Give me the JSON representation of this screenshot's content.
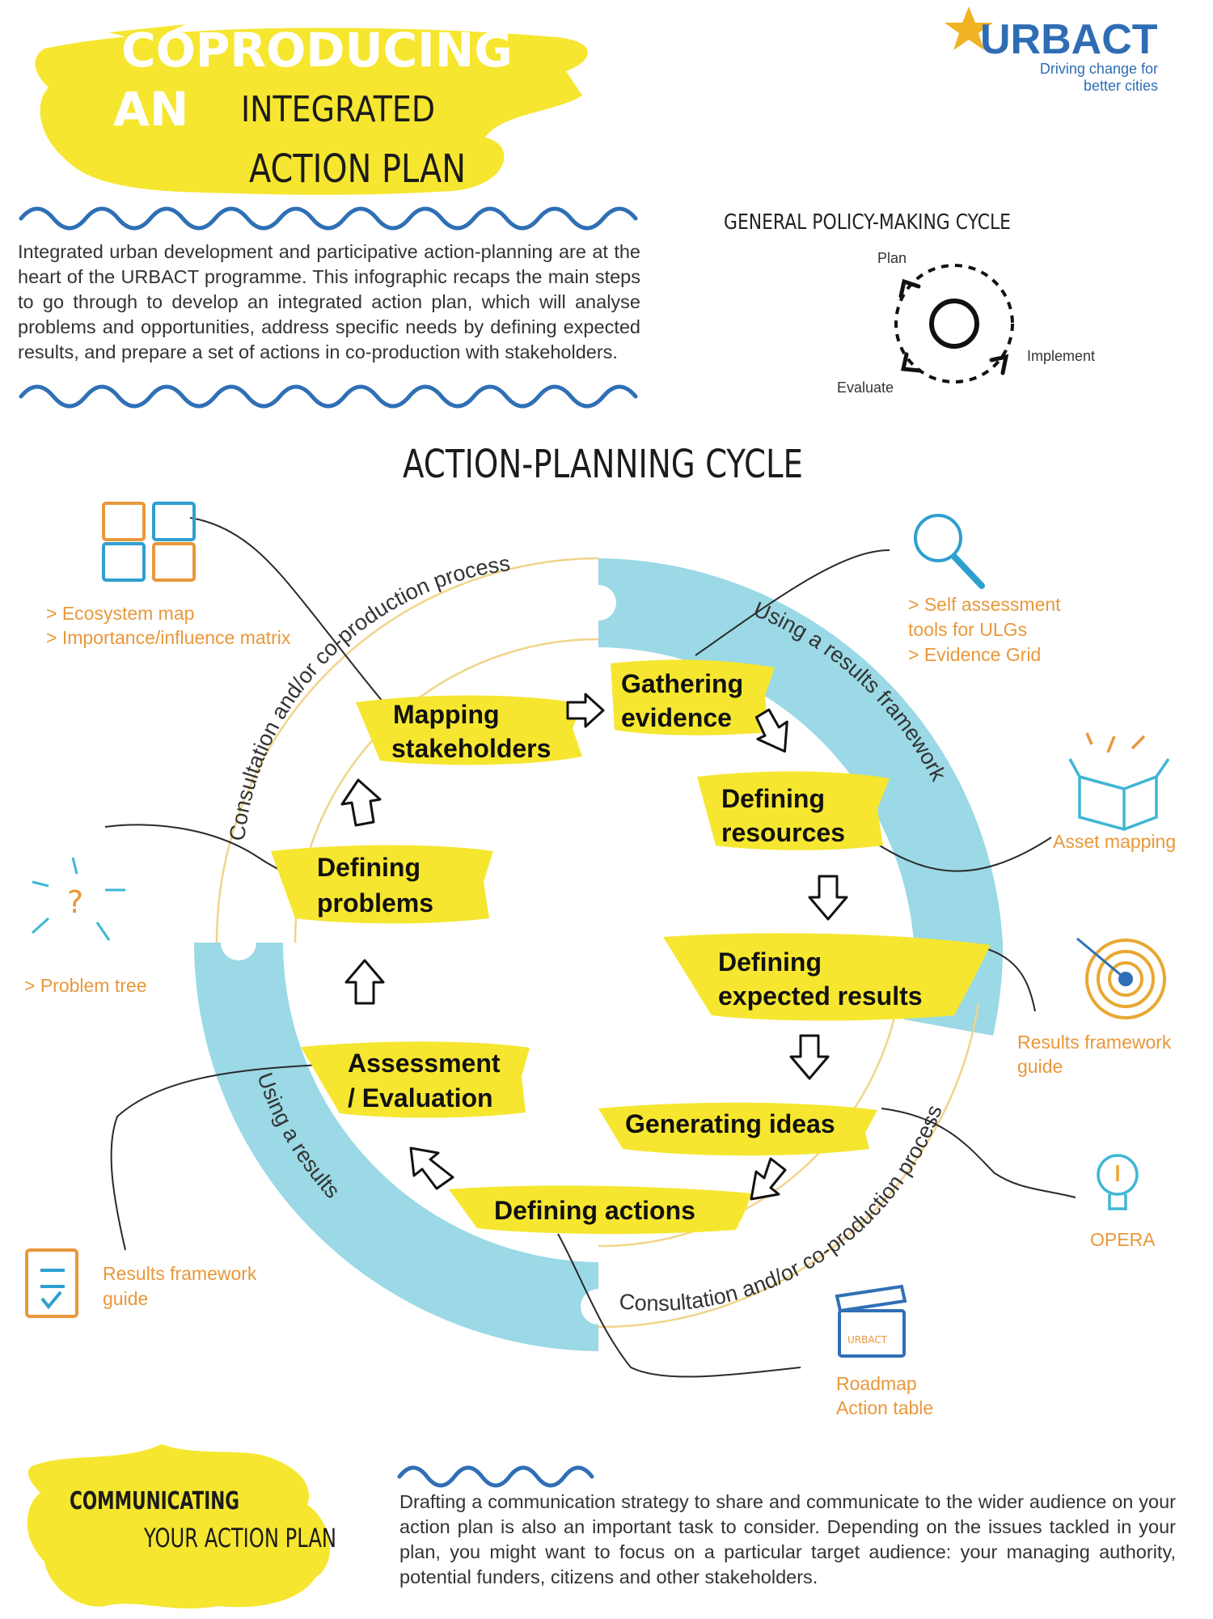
{
  "header": {
    "title_line1": "COPRODUCING",
    "title_an": "AN",
    "title_line2": "INTEGRATED",
    "title_line3": "ACTION PLAN"
  },
  "brand": {
    "name": "URBACT",
    "tagline_line1": "Driving change for",
    "tagline_line2": "better cities",
    "blue": "#2e6db4",
    "star": "#f0b323"
  },
  "intro": {
    "text": "Integrated urban development and participative action-planning are at the heart of the URBACT programme. This infographic recaps the main steps to go through to develop an integrated action plan, which will analyse problems and opportunities, address specific needs  by defining expected results, and prepare a set of actions in co-production with stakeholders."
  },
  "policy_cycle": {
    "title": "GENERAL POLICY-MAKING CYCLE",
    "plan": "Plan",
    "implement": "Implement",
    "evaluate": "Evaluate"
  },
  "cycle": {
    "title": "ACTION-PLANNING CYCLE",
    "outer_label_top": "Consultation and/or co-production process",
    "outer_label_bottom": "Consultation and/or co-production process",
    "band_label_right": "Using a results framework",
    "band_label_left": "Using a results",
    "steps": [
      {
        "line1": "Mapping",
        "line2": "stakeholders"
      },
      {
        "line1": "Gathering",
        "line2": "evidence"
      },
      {
        "line1": "Defining",
        "line2": "resources"
      },
      {
        "line1": "Defining",
        "line2": "expected results"
      },
      {
        "line1": "Generating ideas",
        "line2": ""
      },
      {
        "line1": "Defining actions",
        "line2": ""
      },
      {
        "line1": "Assessment",
        "line2": "/ Evaluation"
      },
      {
        "line1": "Defining",
        "line2": "problems"
      }
    ]
  },
  "tools": {
    "ecosystem_1": "> Ecosystem map",
    "ecosystem_2": "> Importance/influence matrix",
    "self_1": "> Self assessment",
    "self_2": "tools for ULGs",
    "self_3": "> Evidence Grid",
    "asset": "Asset mapping",
    "results_1": "Results framework",
    "results_2": "guide",
    "opera": "OPERA",
    "roadmap_1": "Roadmap",
    "roadmap_2": "Action table",
    "rfg_left_1": "Results framework",
    "rfg_left_2": "guide",
    "problem_tree": "> Problem tree"
  },
  "communicating": {
    "title_line1": "COMMUNICATING",
    "title_line2": "YOUR ACTION PLAN",
    "text": "Drafting a communication strategy to share and communicate to the wider audience on your action plan is also an important task to consider. Depending on the issues tackled in your plan, you might want to focus on a particular target audience: your managing authority, potential funders, citizens and other stakeholders."
  },
  "colors": {
    "yellow": "#f6e62f",
    "cyan": "#9ad9e5",
    "orange": "#e8983b",
    "wave_blue": "#2f6fb5",
    "ring_line": "#f1d48a"
  }
}
